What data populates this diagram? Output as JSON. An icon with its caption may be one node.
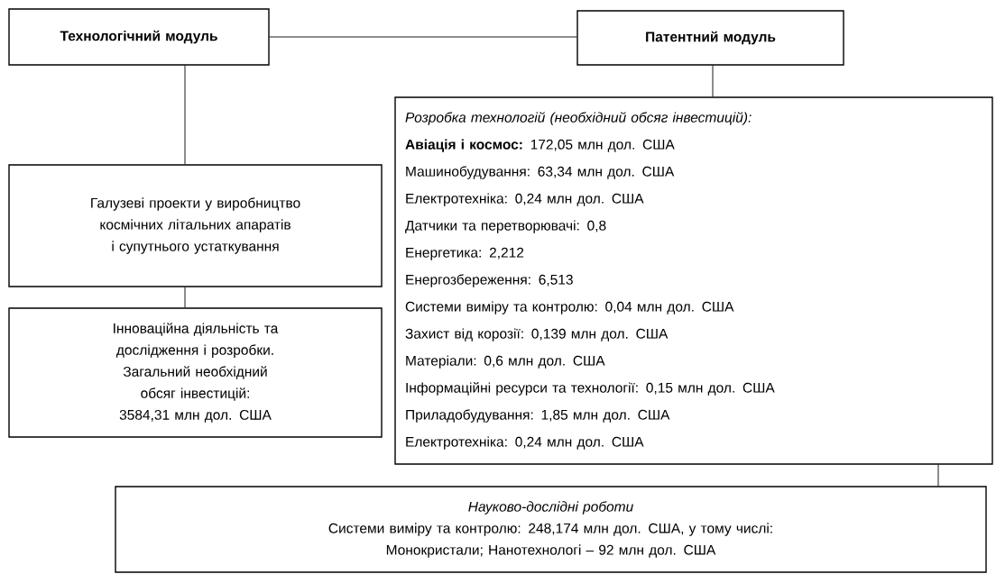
{
  "diagram": {
    "nodes": [
      {
        "text": [
          "Технологічний модуль"
        ]
      },
      {
        "text": [
          "Патентний модуль"
        ]
      },
      {
        "text": [
          "Галузеві проекти у виробництво космічних літальних апаратів і супутнього устаткування"
        ]
      },
      {
        "text": [
          "Інноваційна діяльність та дослідження і розробки. Загальний необхідний обсяг інвестицій: 3584,31 млн дол. США"
        ]
      },
      {
        "text": [
          "Розробка технологій (необхідний обсяг інвестицій):",
          "**Авіація і космос:** 172,05 млн дол. США",
          "Машинобудування: 63,34 млн дол. США",
          "Електротехніка: 0,24 млн дол. США",
          "Датчики та перетворювачі: 0,8",
          "Енергетика: 2,212",
          "Енергозбереження: 6,513",
          "Системи виміру та контролю: 0,04 млн дол. США",
          "Захист від корозії: 0,139 млн дол. США",
          "Матеріали: 0,6 млн дол. США",
          "Інформаційні ресурси та технології: 0,15 млн дол. США",
          "Приладобудування: 1,85 млн дол. США",
          "Електротехніка: 0,24 млн дол. США"
        ]
      },
      {
        "text": [
          "Науково-дослідні роботи",
          "Системи виміру та контролю: 248,174 млн дол. США, у тому числі:",
          "Монокристали; Нанотехнологі – 92 млн дол. США"
        ]
      }
    ],
    "edges": [
      {
        "from": 0,
        "to": 1,
        "arrow": "none"
      },
      {
        "from": 0,
        "to": 2,
        "arrow": "none"
      },
      {
        "from": 2,
        "to": 3,
        "arrow": "none"
      },
      {
        "from": 1,
        "to": 4,
        "arrow": "none"
      },
      {
        "from": 4,
        "to": 5,
        "arrow": "none"
      }
    ]
  }
}
